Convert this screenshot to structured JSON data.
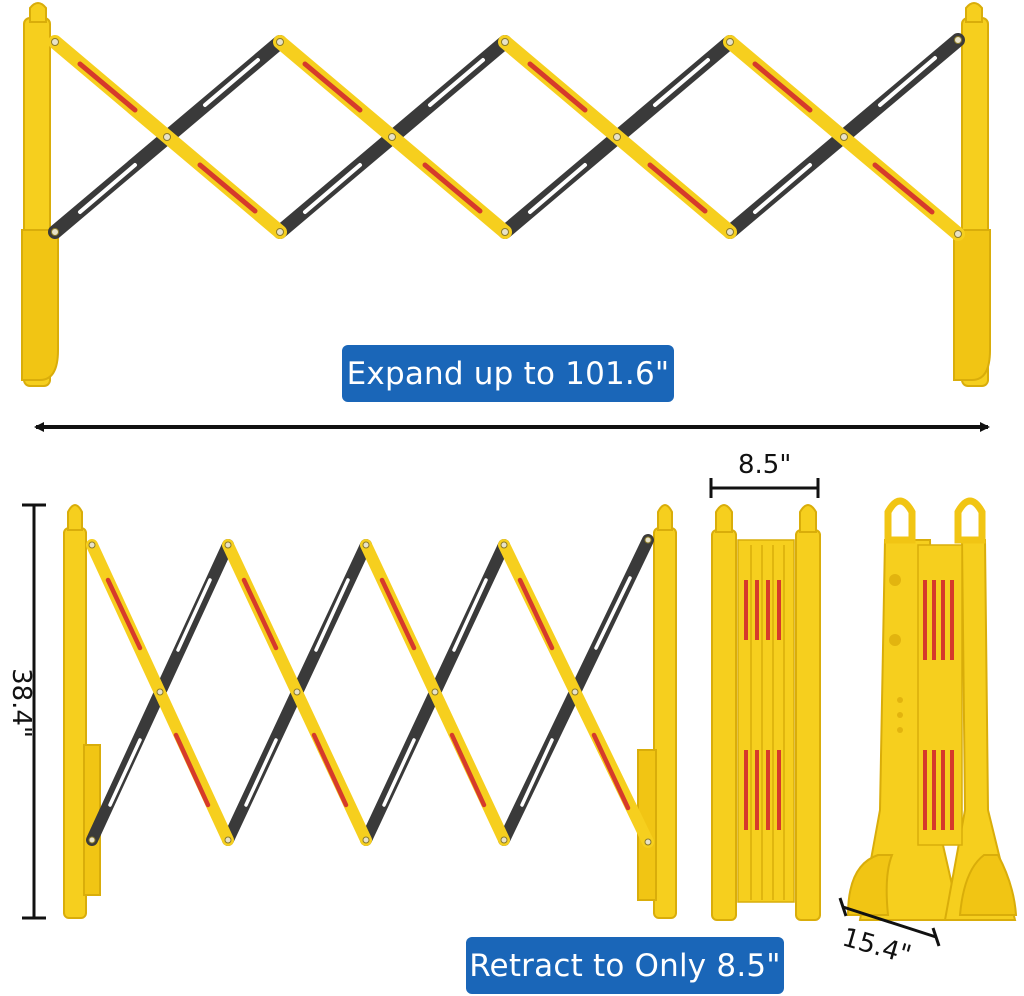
{
  "labels": {
    "expand": "Expand up to 101.6\"",
    "retract": "Retract to Only 8.5\"",
    "folded_width": "8.5\"",
    "height": "38.4\"",
    "base_depth": "15.4\""
  },
  "colors": {
    "barrier_yellow": "#f6cf1e",
    "barrier_shadow": "#d9ad0a",
    "reflective_red": "#d63a2b",
    "dark_bar": "#3a3a3a",
    "label_blue": "#1a66b8"
  },
  "icons": {
    "width_arrow": "double-headed-arrow-icon"
  }
}
